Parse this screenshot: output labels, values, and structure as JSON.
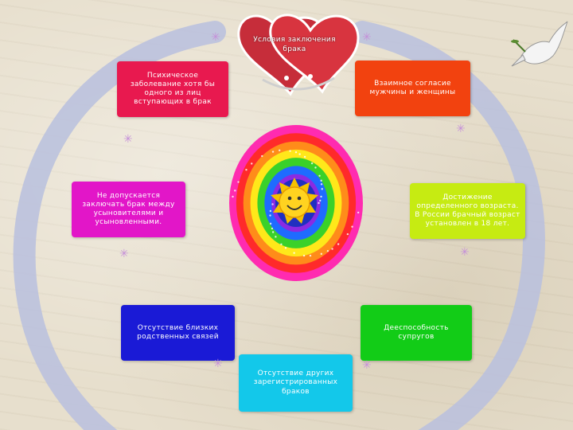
{
  "slide": {
    "title": "Условия заключения брака",
    "conditions": [
      {
        "id": "illness",
        "text": "Психическое заболевание хотя бы одного из лиц вступающих в брак",
        "color": "#e8194f"
      },
      {
        "id": "consent",
        "text": "Взаимное согласие мужчины и женщины",
        "color": "#f2420f"
      },
      {
        "id": "adoptive",
        "text": "Не допускается заключать брак между усыновителями и усыновленными.",
        "color": "#e216c8"
      },
      {
        "id": "age",
        "text": "Достижение определенного возраста. В России брачный возраст установлен в 18 лет.",
        "color": "#c6eb12"
      },
      {
        "id": "relatives",
        "text": "Отсутствие близких родственных связей",
        "color": "#1a1ad6"
      },
      {
        "id": "capacity",
        "text": "Дееспособность супругов",
        "color": "#12cc17"
      },
      {
        "id": "registered",
        "text": "Отсутствие других зарегистрированных браков",
        "color": "#13c8ea"
      }
    ],
    "rainbow_colors": [
      "#ff2bb0",
      "#ff2a2a",
      "#ff8c1a",
      "#ffe81a",
      "#3ad12a",
      "#1f6bff",
      "#8a2be2"
    ],
    "decor": {
      "hearts_icon": "hearts-icon",
      "dove_icon": "dove-icon",
      "sun_icon": "smiling-sun-icon",
      "star_icon": "star-icon",
      "arc_color": "#b8c0de"
    }
  }
}
